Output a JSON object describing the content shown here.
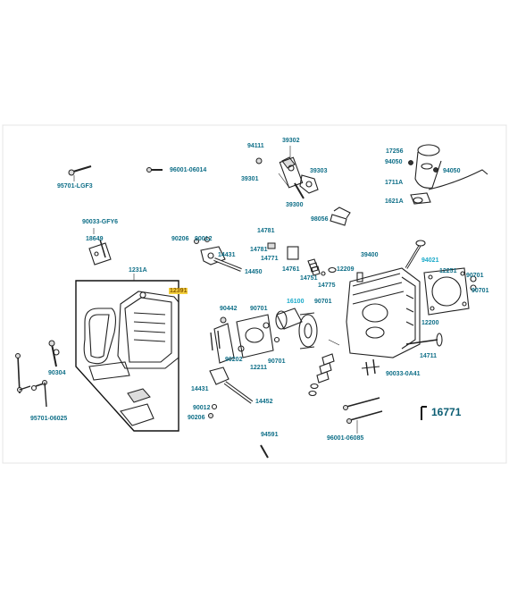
{
  "diagram": {
    "labels": [
      {
        "id": "l-94111",
        "text": "94111"
      },
      {
        "id": "l-39302",
        "text": "39302"
      },
      {
        "id": "l-39301",
        "text": "39301"
      },
      {
        "id": "l-39303",
        "text": "39303"
      },
      {
        "id": "l-39300",
        "text": "39300"
      },
      {
        "id": "l-98056",
        "text": "98056"
      },
      {
        "id": "l-17256",
        "text": "17256"
      },
      {
        "id": "l-94050a",
        "text": "94050"
      },
      {
        "id": "l-94050b",
        "text": "94050"
      },
      {
        "id": "l-1711A",
        "text": "1711A"
      },
      {
        "id": "l-1621A",
        "text": "1621A"
      },
      {
        "id": "l-95701-LGF3",
        "text": "95701-LGF3"
      },
      {
        "id": "l-96001-06014",
        "text": "96001-06014"
      },
      {
        "id": "l-90033-GFY6",
        "text": "90033-GFY6"
      },
      {
        "id": "l-18649",
        "text": "18649"
      },
      {
        "id": "l-90206a",
        "text": "90206"
      },
      {
        "id": "l-90012a",
        "text": "90012"
      },
      {
        "id": "l-14431a",
        "text": "14431"
      },
      {
        "id": "l-14450",
        "text": "14450"
      },
      {
        "id": "l-14781a",
        "text": "14781"
      },
      {
        "id": "l-14781b",
        "text": "14781"
      },
      {
        "id": "l-14771",
        "text": "14771"
      },
      {
        "id": "l-14761",
        "text": "14761"
      },
      {
        "id": "l-14751",
        "text": "14751"
      },
      {
        "id": "l-14775",
        "text": "14775"
      },
      {
        "id": "l-12209",
        "text": "12209"
      },
      {
        "id": "l-39400",
        "text": "39400"
      },
      {
        "id": "l-94021",
        "text": "94021"
      },
      {
        "id": "l-12251",
        "text": "12251"
      },
      {
        "id": "l-90701a",
        "text": "90701"
      },
      {
        "id": "l-90701b",
        "text": "90701"
      },
      {
        "id": "l-1231A",
        "text": "1231A"
      },
      {
        "id": "l-12391",
        "text": "12391"
      },
      {
        "id": "l-90442",
        "text": "90442"
      },
      {
        "id": "l-90701c",
        "text": "90701"
      },
      {
        "id": "l-16100",
        "text": "16100"
      },
      {
        "id": "l-90701d",
        "text": "90701"
      },
      {
        "id": "l-12200",
        "text": "12200"
      },
      {
        "id": "l-90701e",
        "text": "90701"
      },
      {
        "id": "l-14711",
        "text": "14711"
      },
      {
        "id": "l-90202",
        "text": "90202"
      },
      {
        "id": "l-12211",
        "text": "12211"
      },
      {
        "id": "l-90304",
        "text": "90304"
      },
      {
        "id": "l-90033-0A41",
        "text": "90033-0A41"
      },
      {
        "id": "l-14431b",
        "text": "14431"
      },
      {
        "id": "l-14452",
        "text": "14452"
      },
      {
        "id": "l-90012b",
        "text": "90012"
      },
      {
        "id": "l-90206b",
        "text": "90206"
      },
      {
        "id": "l-95701-06025",
        "text": "95701-06025"
      },
      {
        "id": "l-94591",
        "text": "94591"
      },
      {
        "id": "l-96001-06085",
        "text": "96001-06085"
      },
      {
        "id": "l-16771",
        "text": "16771"
      }
    ]
  },
  "colors": {
    "label": "#0f6f88",
    "highlight_bg": "#f4d03f",
    "highlight_text": "#8a5a00",
    "cyan_label": "#19a9c9"
  }
}
